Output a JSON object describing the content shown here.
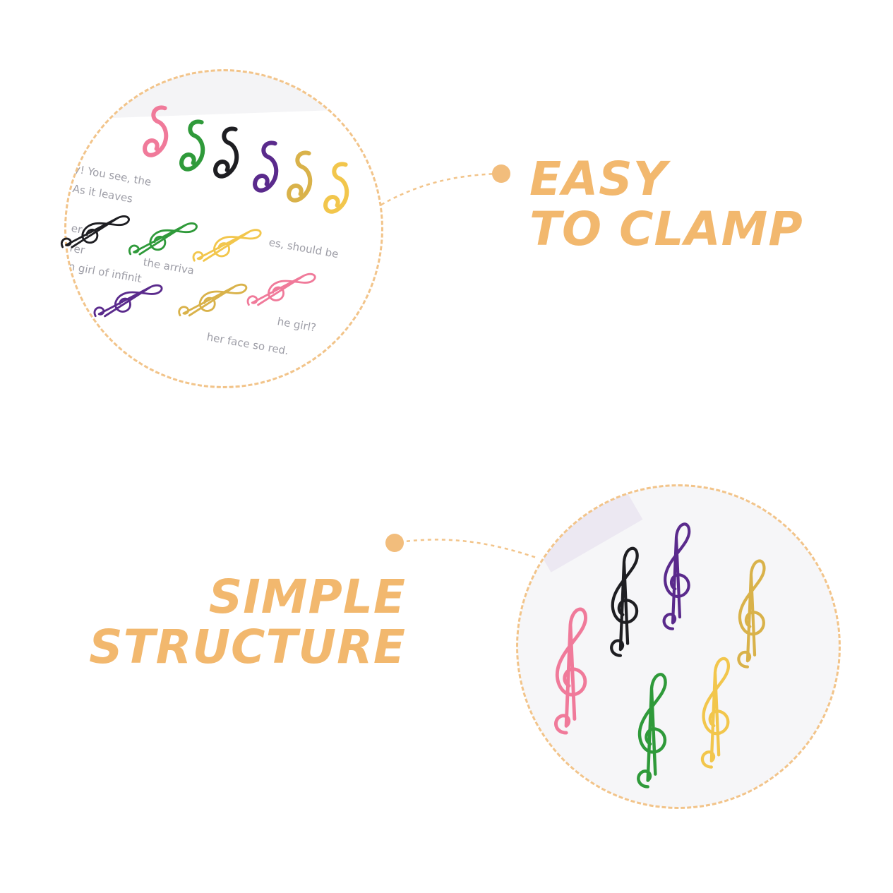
{
  "callouts": {
    "top": {
      "line1": "EASY",
      "line2": "TO CLAMP"
    },
    "bottom": {
      "line1": "SIMPLE",
      "line2": "STRUCTURE"
    }
  },
  "colors": {
    "accent": "#f2b86e",
    "dashed_ring": "#f2c48a",
    "dot": "#f2bd7c",
    "clip_pink": "#f07a9a",
    "clip_green": "#2f9a3a",
    "clip_black": "#1e1e22",
    "clip_purple": "#5a2a8c",
    "clip_gold": "#d9b24a",
    "clip_yellow": "#f2c64c"
  },
  "paper_text": [
    "y! You see, the",
    "As it leaves",
    "er",
    "rer",
    "n girl of infinit",
    "the arriva",
    "es, should be",
    "he girl?",
    "her face so red."
  ],
  "icons": [
    "treble-clef-paper-clip"
  ]
}
